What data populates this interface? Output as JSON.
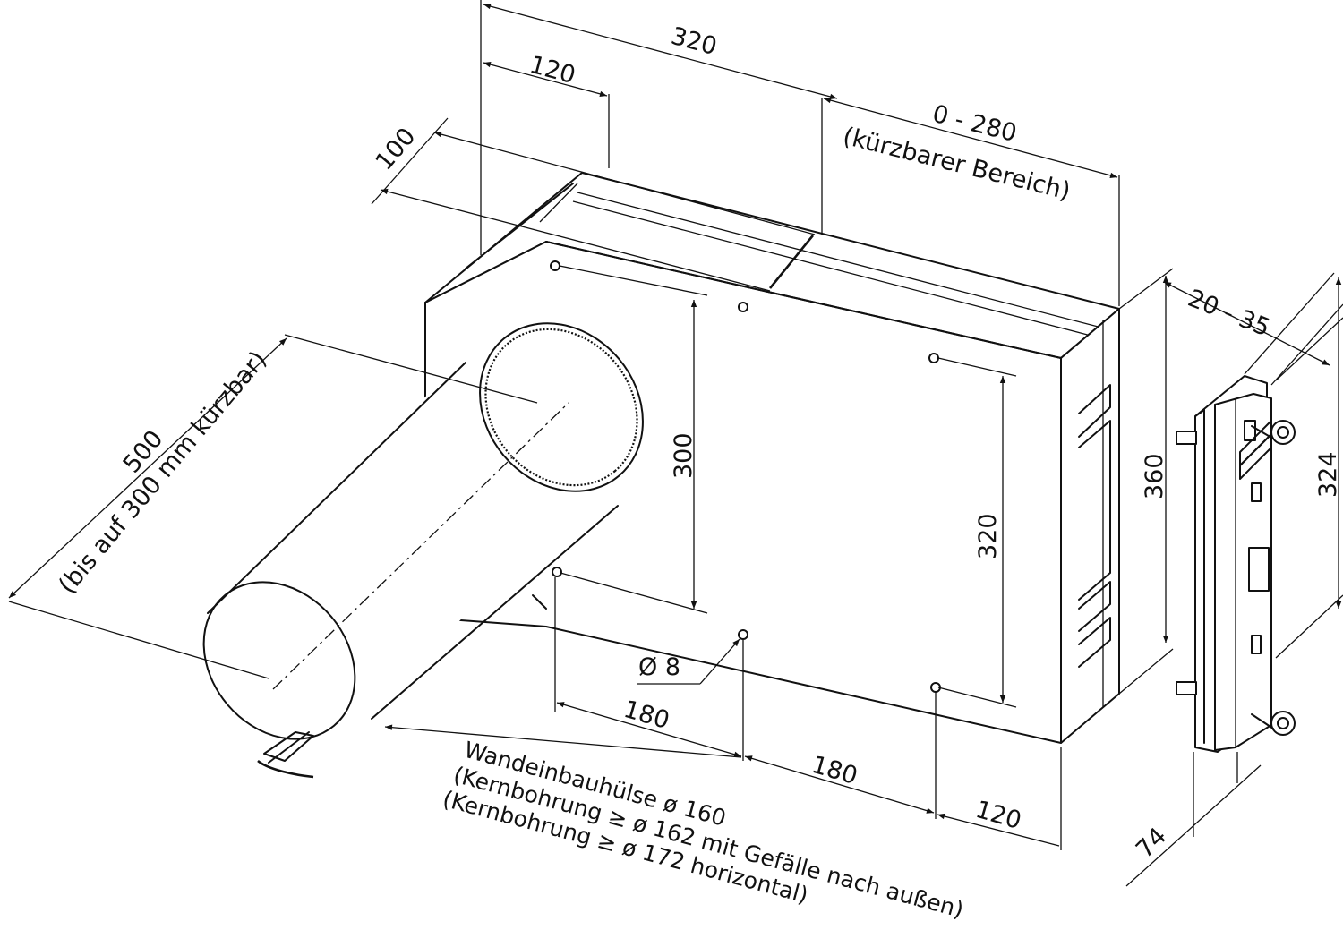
{
  "dimensions": {
    "total_length": "320",
    "front_section": "120",
    "top_depth": "100",
    "cuttable_range": "0 - 280",
    "cuttable_range_note": "(kürzbarer Bereich)",
    "tube_length": "500",
    "tube_length_note": "(bis auf 300 mm kürzbar)",
    "hole_spacing_vertical": "300",
    "inner_height": "320",
    "outer_height": "360",
    "hole_diameter": "Ø 8",
    "hole_spacing_1": "180",
    "hole_spacing_2": "180",
    "edge_offset": "120",
    "cover_thickness": "20 - 35",
    "cover_height": "324",
    "cover_depth": "74"
  },
  "sleeve_label": {
    "line1": "Wandeinbauhülse  ø 160",
    "line2": "(Kernbohrung ≥ ø 162 mit Gefälle nach außen)",
    "line3": "(Kernbohrung ≥ ø 172 horizontal)"
  }
}
